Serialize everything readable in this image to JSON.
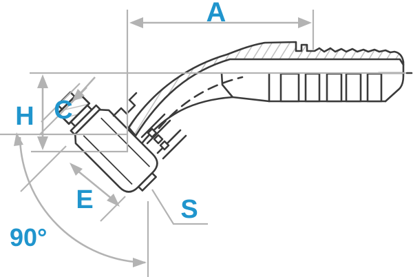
{
  "diagram": {
    "subject": "elbow hose fitting technical drawing with dimension callouts",
    "labels": {
      "a": "A",
      "h": "H",
      "c": "C",
      "e": "E",
      "s": "S",
      "angle": "90°"
    },
    "colors": {
      "label": "#2095cd",
      "drawing": "#3a3a3a",
      "dimension": "#b3b3b3",
      "hatch": "#b9b9b9",
      "background": "#ffffff"
    }
  }
}
